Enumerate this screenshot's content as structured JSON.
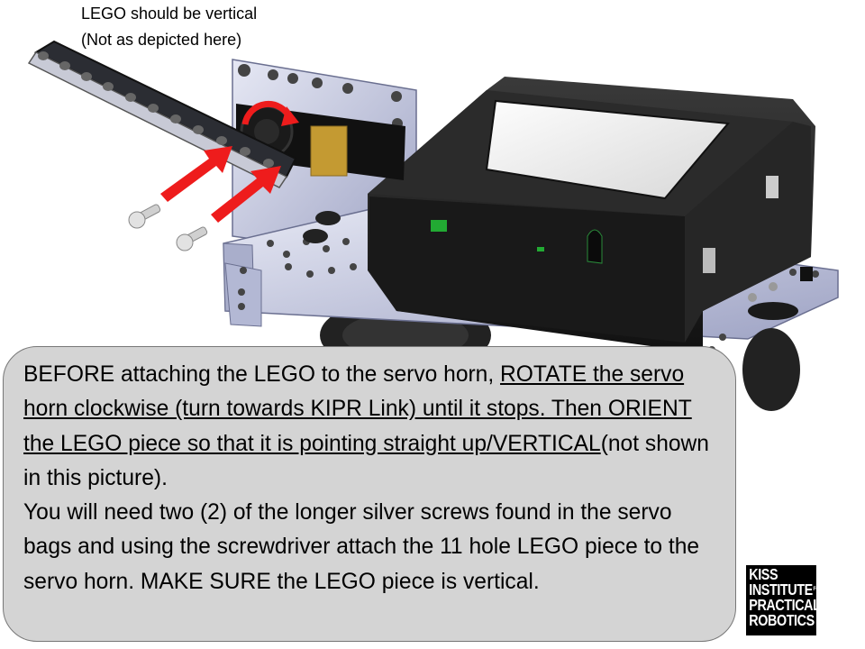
{
  "top_caption": {
    "line1": "LEGO should be vertical",
    "line2": "(Not as depicted here)"
  },
  "callout": {
    "p1_a": "BEFORE attaching the LEGO to the servo horn, ",
    "p1_b": "ROTATE the servo horn clockwise (turn towards KIPR Link) until it stops. Then ORIENT the LEGO piece so that it is pointing straight up/VERTICAL",
    "p1_c": "(not shown in this picture).",
    "p2": "You will need two (2) of the longer silver screws found in the servo bags and using the screwdriver attach the 11 hole LEGO piece to the servo horn. MAKE SURE the LEGO piece is vertical."
  },
  "logo": {
    "line1": "KISS",
    "line2": "INSTITUTE",
    "line2_sup": "FOR",
    "line3": "PRACTICAL",
    "line4": "ROBOTICS"
  },
  "colors": {
    "arrow": "#ee1c1c",
    "controller_body": "#1c1c1c",
    "metal": "#bfc3dc",
    "callout_bg": "#d4d4d4",
    "led_green": "#22aa33"
  }
}
